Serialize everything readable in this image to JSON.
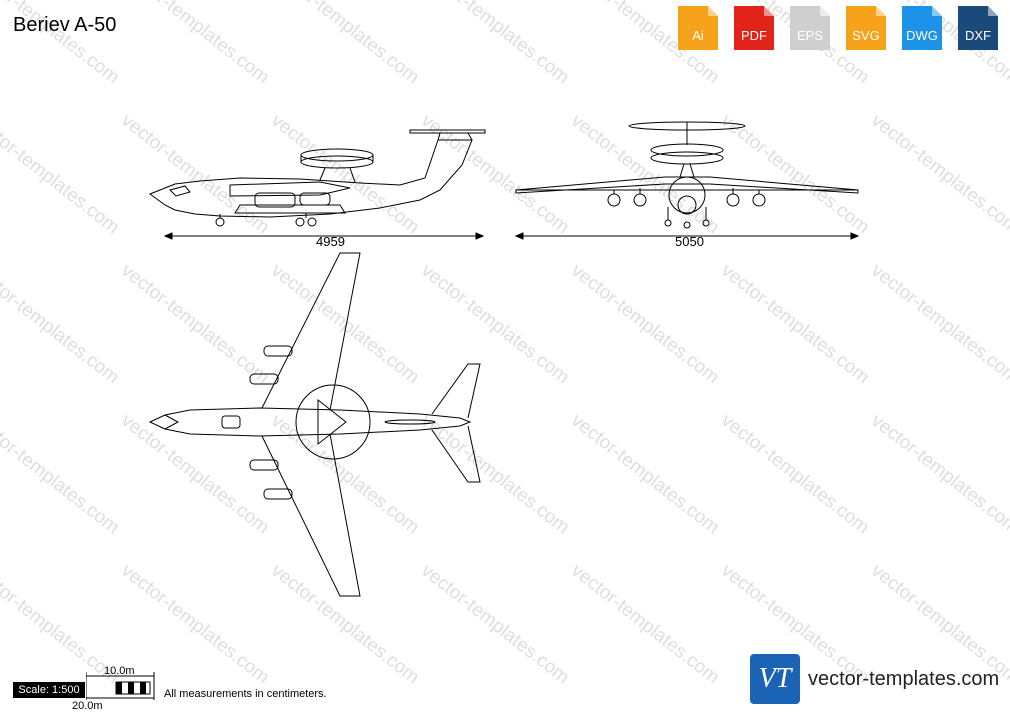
{
  "title": "Beriev A-50",
  "watermark_text": "vector-templates.com",
  "formats": [
    {
      "label": "Ai",
      "color": "#f7a21b",
      "icon": "ai-file-icon"
    },
    {
      "label": "PDF",
      "color": "#e2231a",
      "icon": "pdf-file-icon"
    },
    {
      "label": "EPS",
      "color": "#cfcfcf",
      "icon": "eps-file-icon"
    },
    {
      "label": "SVG",
      "color": "#f7a21b",
      "icon": "svg-file-icon"
    },
    {
      "label": "DWG",
      "color": "#1c93e8",
      "icon": "dwg-file-icon"
    },
    {
      "label": "DXF",
      "color": "#1a4a7a",
      "icon": "dxf-file-icon"
    }
  ],
  "dimensions": {
    "side_length": "4959",
    "front_span": "5050"
  },
  "scale": {
    "label": "Scale: 1:500",
    "mark_10": "10.0m",
    "mark_20": "20.0m"
  },
  "note": "All measurements in centimeters.",
  "brand": {
    "logo_text": "VT",
    "name": "vector-templates.com",
    "color": "#1a63b5"
  }
}
